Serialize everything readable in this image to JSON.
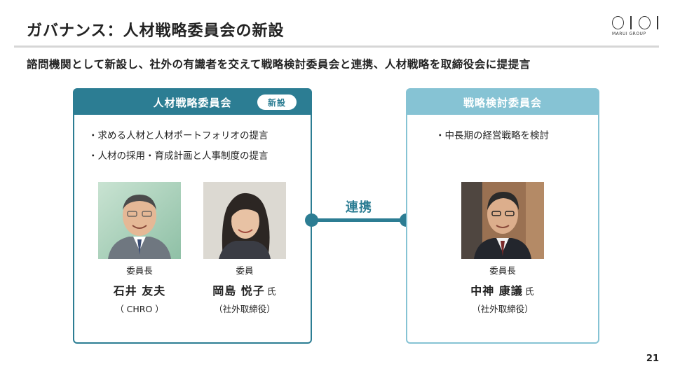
{
  "header": {
    "title": "ガバナンス：人材戦略委員会の新設",
    "logo_text": "MARUI GROUP"
  },
  "subtitle": "諮問機関として新設し、社外の有識者を交えて戦略検討委員会と連携、人材戦略を取締役会に提提言",
  "left_committee": {
    "title": "人材戦略委員会",
    "badge": "新設",
    "bullets": [
      "求める人材と人材ポートフォリオの提言",
      "人材の採用・育成計画と人事制度の提言"
    ],
    "members": [
      {
        "role": "委員長",
        "name": "石井 友夫",
        "honorific": "",
        "affiliation": "（ CHRO ）"
      },
      {
        "role": "委員",
        "name": "岡島 悦子",
        "honorific": "氏",
        "affiliation": "（社外取締役）"
      }
    ]
  },
  "link": {
    "label": "連携"
  },
  "right_committee": {
    "title": "戦略検討委員会",
    "bullets": [
      "中長期の経営戦略を検討"
    ],
    "members": [
      {
        "role": "委員長",
        "name": "中神 康議",
        "honorific": "氏",
        "affiliation": "（社外取締役）"
      }
    ]
  },
  "page_number": "21",
  "colors": {
    "primary": "#2c7d93",
    "secondary": "#86c3d4",
    "rule": "#d6d6d6"
  }
}
